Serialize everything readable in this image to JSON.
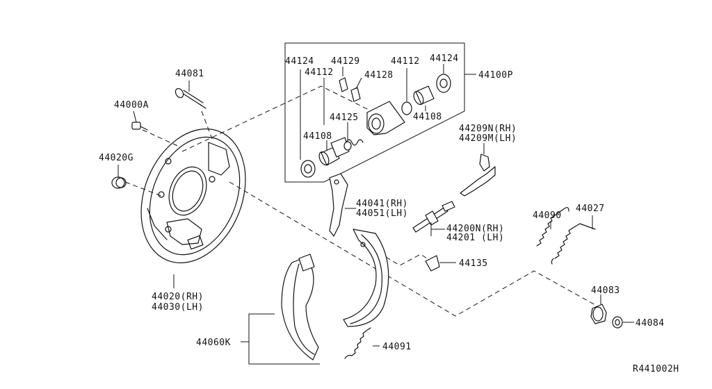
{
  "labels": {
    "p44081": "44081",
    "p44000A": "44000A",
    "p44020G": "44020G",
    "p44020": "44020(RH)",
    "p44030": "44030(LH)",
    "p44124a": "44124",
    "p44129": "44129",
    "p44112a": "44112",
    "p44128": "44128",
    "p44112b": "44112",
    "p44124b": "44124",
    "p44100P": "44100P",
    "p44125": "44125",
    "p44108a": "44108",
    "p44108b": "44108",
    "p44209N": "44209N(RH)",
    "p44209M": "44209M(LH)",
    "p44041": "44041(RH)",
    "p44051": "44051(LH)",
    "p44200N": "44200N(RH)",
    "p44201": "44201 (LH)",
    "p44090": "44090",
    "p44027": "44027",
    "p44135": "44135",
    "p44083": "44083",
    "p44084": "44084",
    "p44060K": "44060K",
    "p44091": "44091",
    "ref": "R441002H"
  }
}
